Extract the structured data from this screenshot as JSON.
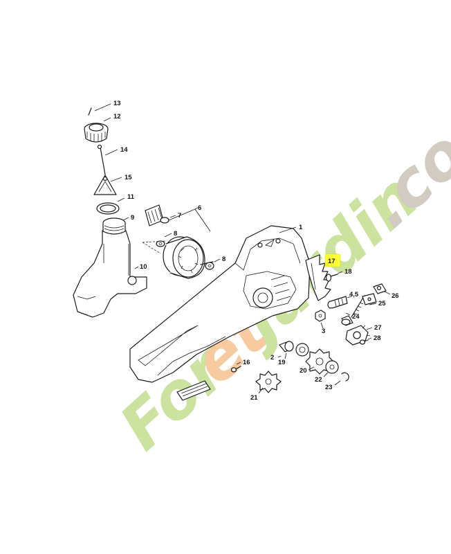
{
  "diagram": {
    "highlight_color": "#ffff33",
    "highlighted_part": "17",
    "part_numbers": {
      "p1": "1",
      "p2": "2",
      "p3": "3",
      "p45": "4,5",
      "p6": "6",
      "p7": "7",
      "p8a": "8",
      "p8b": "8",
      "p9": "9",
      "p10": "10",
      "p11": "11",
      "p12": "12",
      "p13": "13",
      "p14": "14",
      "p15": "15",
      "p16": "16",
      "p17": "17",
      "p18": "18",
      "p19": "19",
      "p20": "20",
      "p21": "21",
      "p22": "22",
      "p23": "23",
      "p24": "24",
      "p25": "25",
      "p26": "26",
      "p27": "27",
      "p28": "28"
    }
  },
  "watermark": {
    "part_a": "For",
    "part_b": "et",
    "part_c": "Jardin",
    "part_d": ".com",
    "green": "#c9e29a",
    "orange": "#f7c99a",
    "gray": "#cfc9bf"
  }
}
